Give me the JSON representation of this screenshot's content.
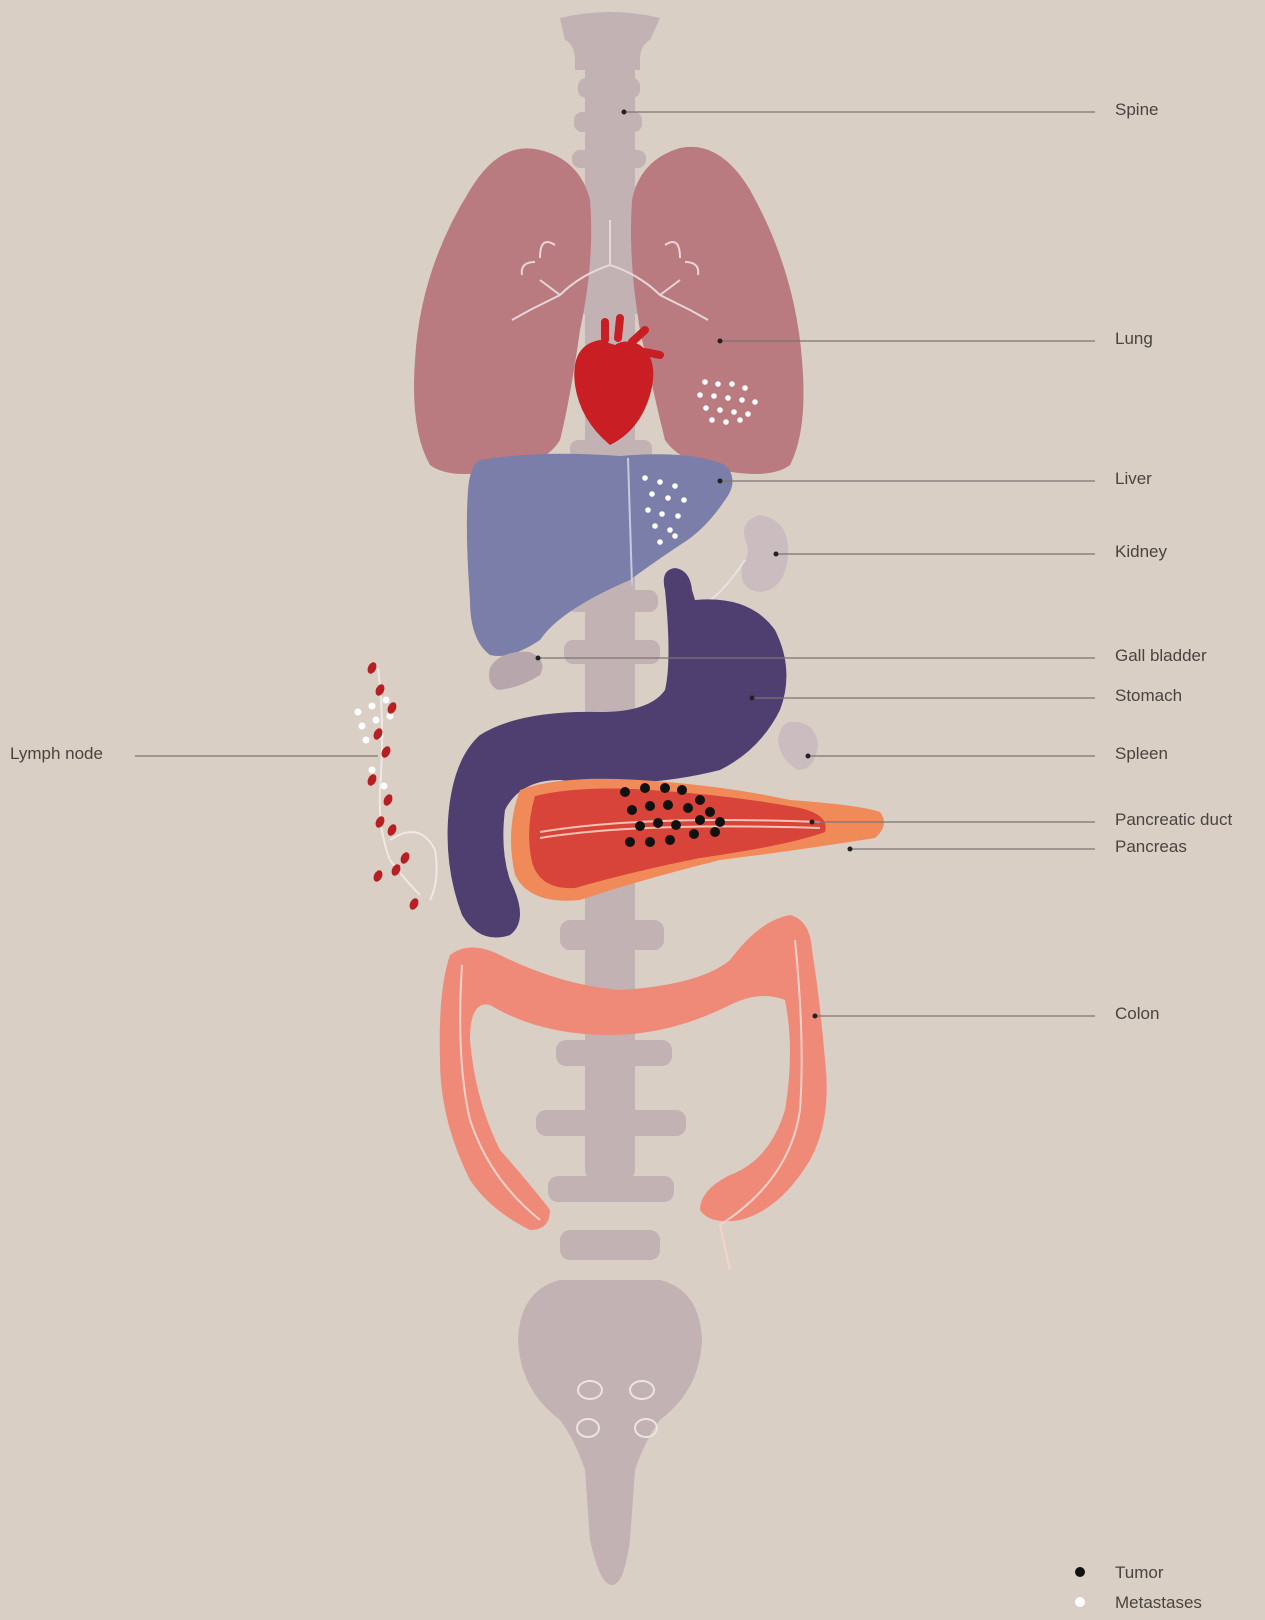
{
  "labels": {
    "spine": "Spine",
    "lung": "Lung",
    "liver": "Liver",
    "kidney": "Kidney",
    "gall_bladder": "Gall bladder",
    "stomach": "Stomach",
    "spleen": "Spleen",
    "pancreatic_duct": "Pancreatic duct",
    "pancreas": "Pancreas",
    "colon": "Colon",
    "lymph_node": "Lymph node"
  },
  "legend": {
    "tumor": "Tumor",
    "metastases": "Metastases"
  },
  "colors": {
    "background": "#d9cfc4",
    "bone": "#c3b2b4",
    "lung": "#b97a80",
    "heart": "#c81e24",
    "liver": "#7a7ea8",
    "stomach": "#4e3f70",
    "pancreas_outer": "#f08a58",
    "pancreas_inner": "#d8433a",
    "colon": "#ef8a78",
    "kidney": "#cbbcc0",
    "tumor": "#111111",
    "metastases": "#ffffff",
    "lymph": "#b81f22",
    "leader_line": "#7c7470"
  }
}
